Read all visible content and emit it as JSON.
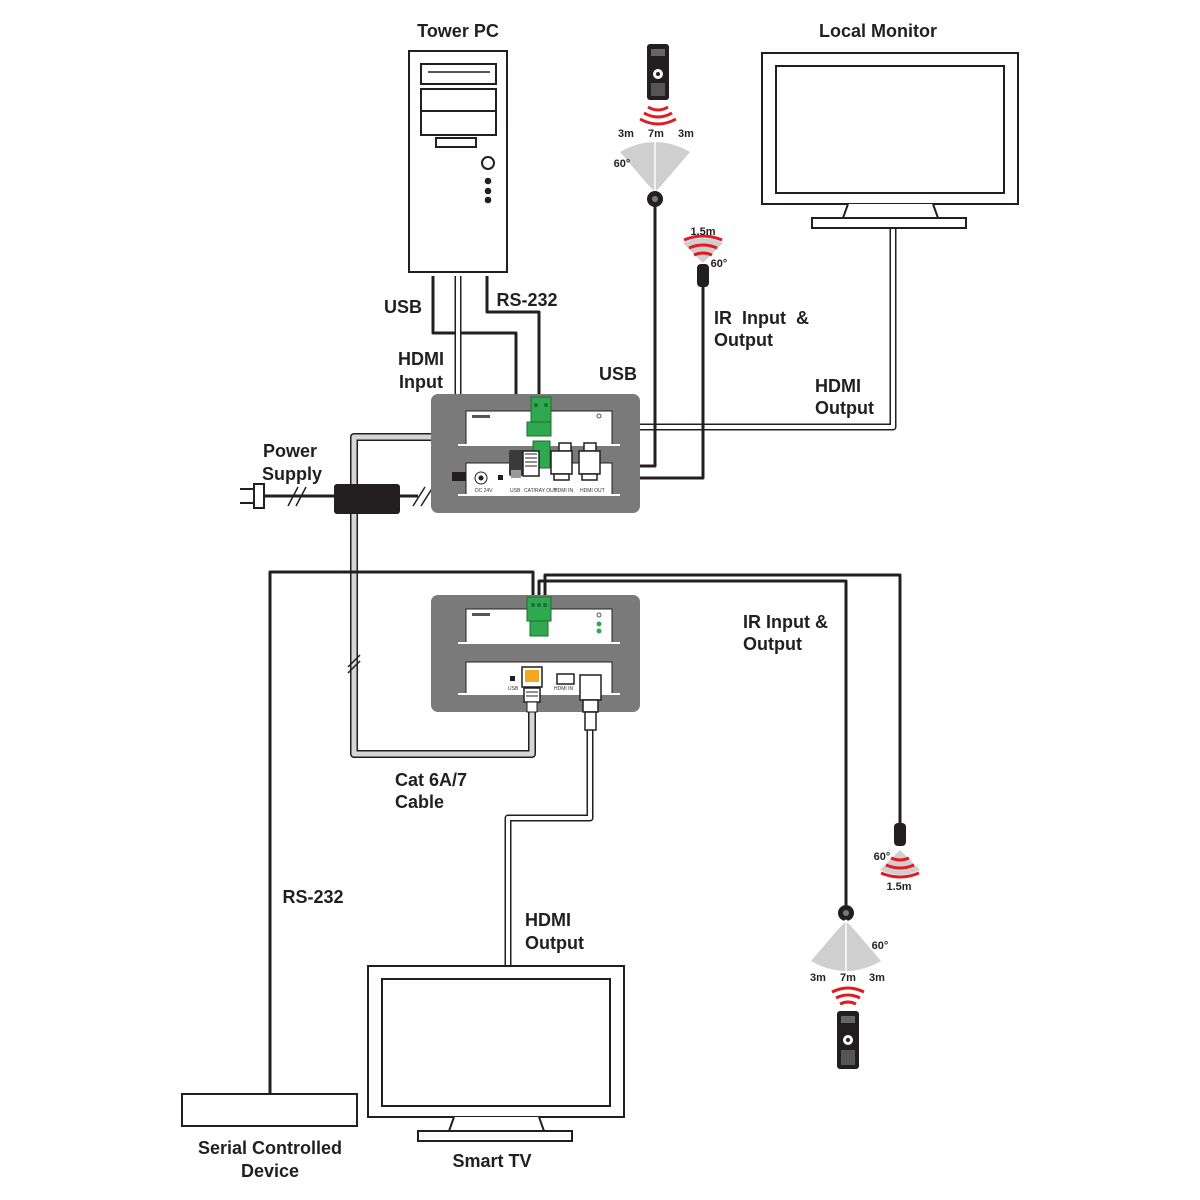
{
  "labels": {
    "tower_pc": "Tower PC",
    "local_monitor": "Local Monitor",
    "usb_pc": "USB",
    "rs232_pc": "RS-232",
    "hdmi_input": [
      "HDMI",
      "Input"
    ],
    "usb_tx": "USB",
    "ir_tx": [
      "IR  Input  &",
      "Output"
    ],
    "hdmi_output_tx": [
      "HDMI",
      "Output"
    ],
    "power_supply": [
      "Power",
      "Supply"
    ],
    "ir_rx": [
      "IR Input &",
      "Output"
    ],
    "cat_cable": [
      "Cat 6A/7",
      "Cable"
    ],
    "rs232_rx": "RS-232",
    "hdmi_output_rx": [
      "HDMI",
      "Output"
    ],
    "serial_device": [
      "Serial Controlled",
      "Device"
    ],
    "smart_tv": "Smart TV"
  },
  "ir_ranges": {
    "blaster_distance": "1.5m",
    "blaster_angle": "60°",
    "receiver_side": "3m",
    "receiver_center": "7m",
    "receiver_angle": "60°"
  },
  "colors": {
    "device_panel": "#7a7a7a",
    "cable_dark": "#231f20",
    "cable_light": "#d6d6d6",
    "terminal_green": "#2fa84f",
    "ir_signal": "#e11b22",
    "ir_cone": "#cfcfcf"
  },
  "icons": [
    "tower-pc-icon",
    "monitor-icon",
    "tv-icon",
    "remote-control-icon",
    "ir-receiver-icon",
    "ir-blaster-icon",
    "power-adapter-icon",
    "power-plug-icon",
    "transmitter-icon",
    "receiver-icon",
    "serial-device-icon"
  ]
}
